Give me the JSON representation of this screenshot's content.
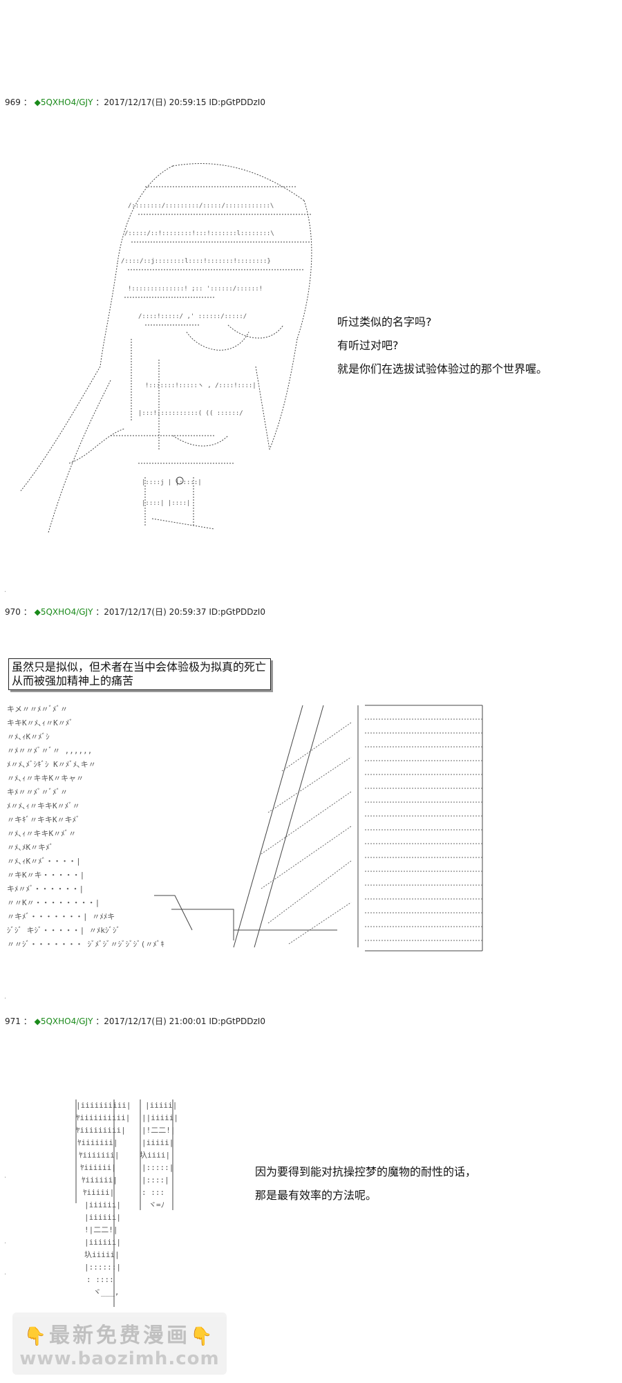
{
  "posts": [
    {
      "number": "969",
      "separator": "：",
      "diamond": "◆",
      "tripcode": "5QXHO4/GJY",
      "datetime": "：2017/12/17(日) 20:59:15 ID:pGtPDDzI0",
      "dialogue": [
        "听过类似的名字吗?",
        "有听过对吧?",
        "就是你们在选拔试验体验过的那个世界喔。"
      ]
    },
    {
      "number": "970",
      "separator": "：",
      "diamond": "◆",
      "tripcode": "5QXHO4/GJY",
      "datetime": "：2017/12/17(日) 20:59:37 ID:pGtPDDzI0",
      "boxed_text": [
        "虽然只是拟似，但术者在当中会体验极为拟真的死亡",
        "从而被强加精神上的痛苦"
      ]
    },
    {
      "number": "971",
      "separator": "：",
      "diamond": "◆",
      "tripcode": "5QXHO4/GJY",
      "datetime": "：2017/12/17(日) 21:00:01 ID:pGtPDDzI0",
      "dialogue": [
        "因为要得到能对抗操控梦的魔物的耐性的话，",
        "那是最有效率的方法呢。"
      ]
    }
  ],
  "watermark": {
    "line1": "最新免费漫画",
    "line2": "www.baozimh.com",
    "icon": "pointing-hand-icon",
    "icon_color": "#f3b23a"
  }
}
